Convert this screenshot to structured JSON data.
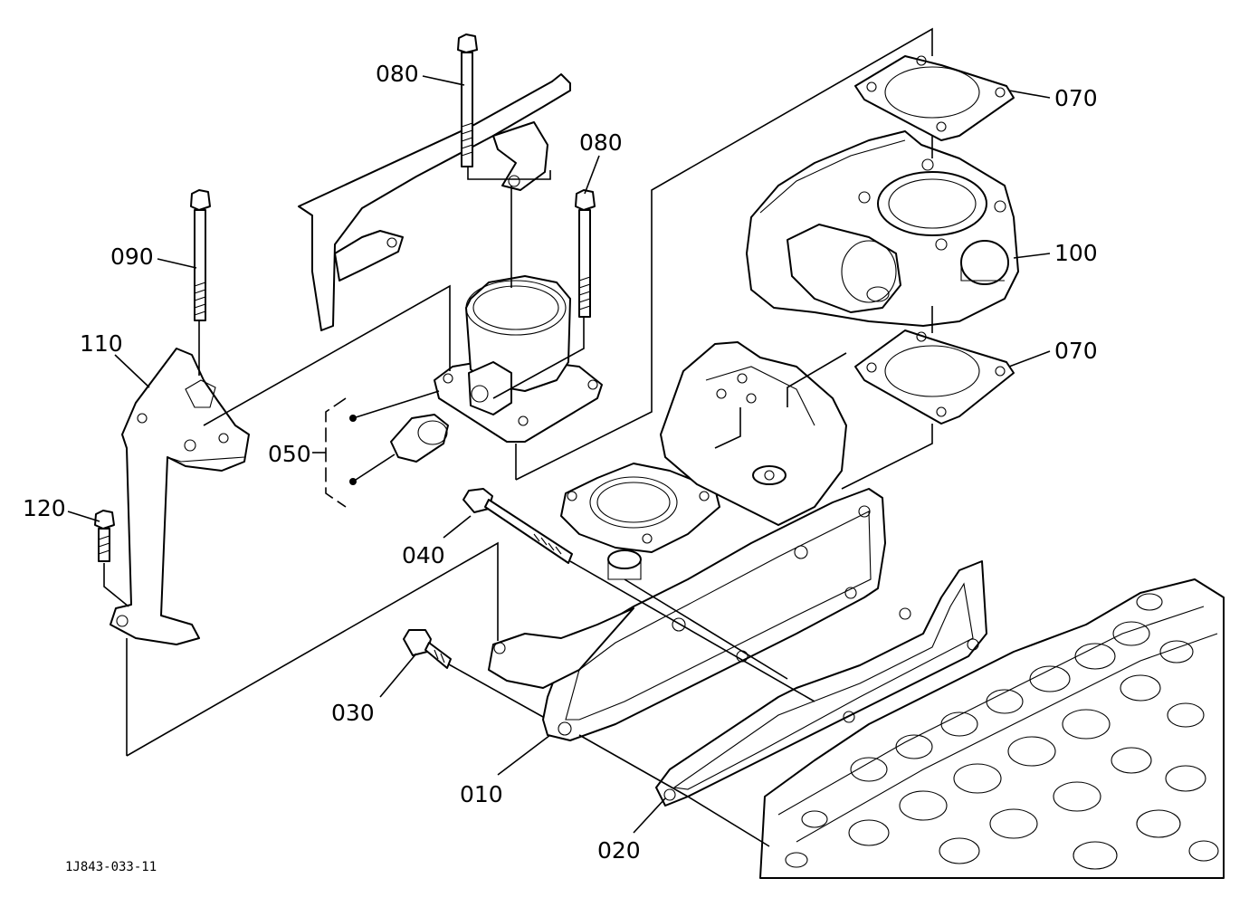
{
  "labels": {
    "p010": "010",
    "p020": "020",
    "p030": "030",
    "p040": "040",
    "p050": "050",
    "p070_top": "070",
    "p070_bottom": "070",
    "p080_left": "080",
    "p080_right": "080",
    "p090": "090",
    "p100": "100",
    "p110": "110",
    "p120": "120"
  },
  "figure_code": "1J843-033-11"
}
